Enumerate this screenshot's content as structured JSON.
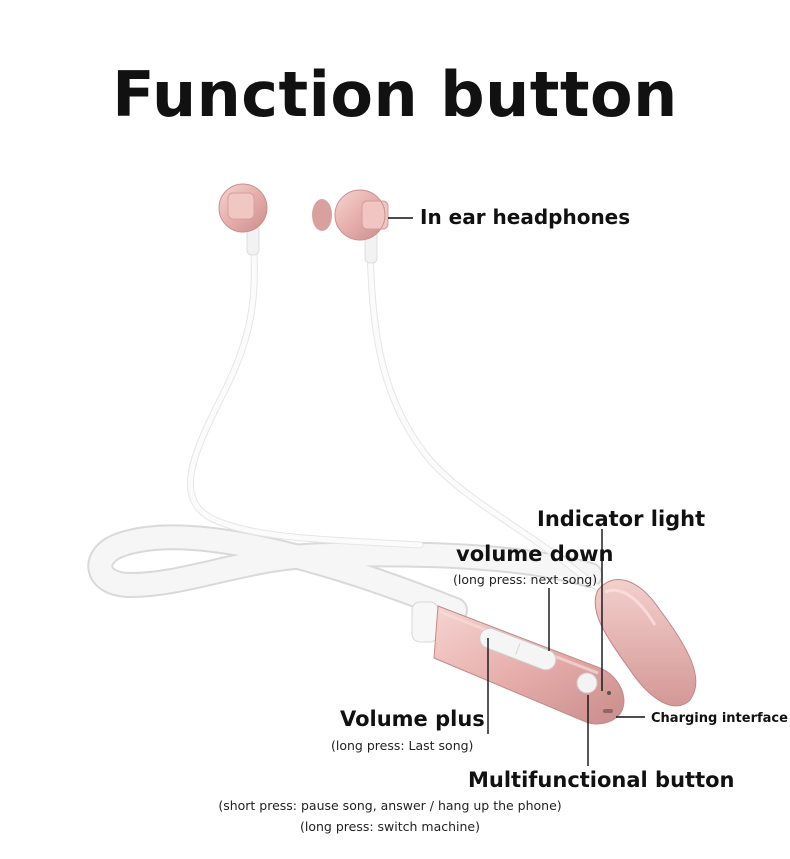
{
  "title": "Function button",
  "colors": {
    "rose_gold": "#e9b6b3",
    "rose_gold_dark": "#c98d8b",
    "cable_white": "#f4f4f4",
    "text": "#111111"
  },
  "labels": {
    "in_ear": "In ear headphones",
    "indicator_light": "Indicator light",
    "volume_down": "volume down",
    "volume_down_note": "(long press: next song)",
    "volume_plus": "Volume plus",
    "volume_plus_note": "(long press: Last song)",
    "charging": "Charging interface",
    "multifunction": "Multifunctional button",
    "multifunction_note1": "(short press: pause song, answer / hang up the phone)",
    "multifunction_note2": "(long press: switch machine)"
  }
}
